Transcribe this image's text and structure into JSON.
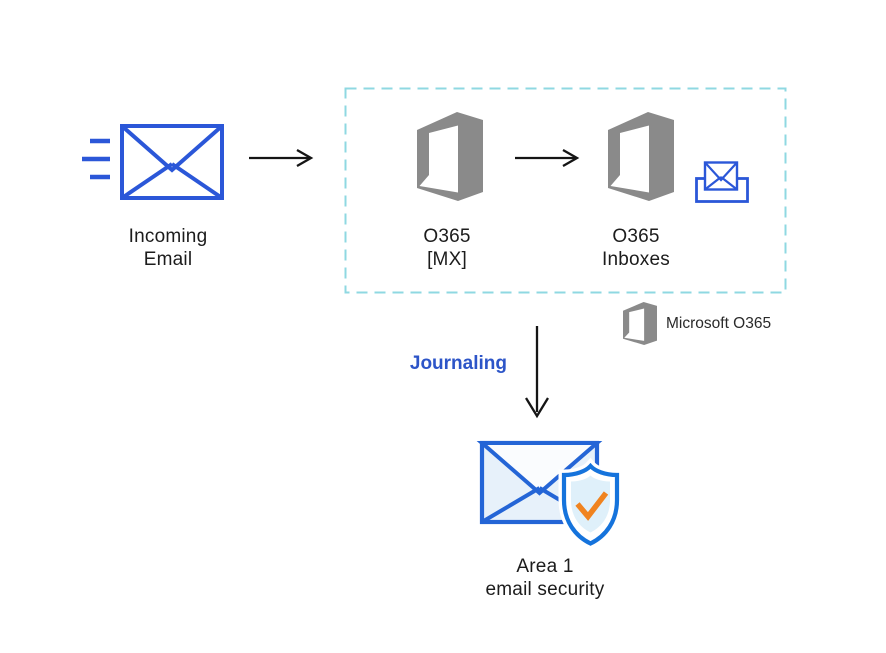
{
  "diagram": {
    "incoming_email": {
      "line1": "Incoming",
      "line2": "Email"
    },
    "o365_mx": {
      "line1": "O365",
      "line2": "[MX]"
    },
    "o365_inboxes": {
      "line1": "O365",
      "line2": "Inboxes"
    },
    "journaling_label": "Journaling",
    "legend_label": "Microsoft O365",
    "area1": {
      "line1": "Area 1",
      "line2": "email security"
    }
  },
  "icons": {
    "incoming_email": "envelope-with-speed-lines-icon",
    "o365_mx": "office-365-logo",
    "o365_inboxes": "office-365-logo",
    "inbox": "inbox-tray-envelope-icon",
    "legend": "office-365-logo-small",
    "area1": "envelope-shield-checkmark-icon"
  },
  "colors": {
    "primary_blue": "#2B57D8",
    "dashed_teal": "#8FD8E2",
    "office_gray": "#8A8A8A",
    "journaling_blue": "#2D55C8",
    "arrow_black": "#151515",
    "area1_envelope_blue": "#2465D6",
    "area1_fill": "#E7F1FA",
    "shield_blue": "#1573DC",
    "shield_fill": "#DFF0FA",
    "check_orange": "#F0831F",
    "text_black": "#1C1C1C"
  }
}
